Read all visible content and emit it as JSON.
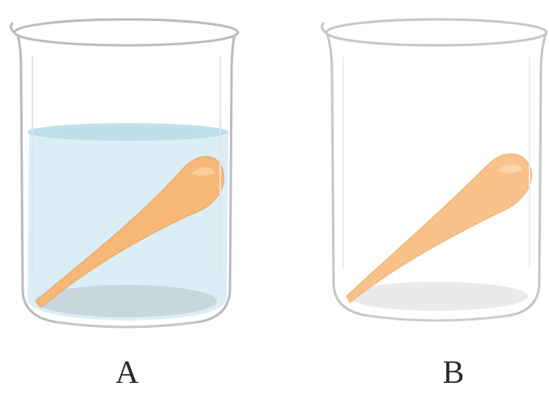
{
  "beakers": [
    {
      "label": "A",
      "contents": "water"
    },
    {
      "label": "B",
      "contents": "empty"
    }
  ],
  "colors": {
    "water": "#dbeef6",
    "water_surface": "#b9dbe8",
    "carrot": "#f7b877",
    "carrot_highlight": "#fbd3a3",
    "glass_outline": "#b9bcc0",
    "beaker_base": "#c7d3da"
  }
}
